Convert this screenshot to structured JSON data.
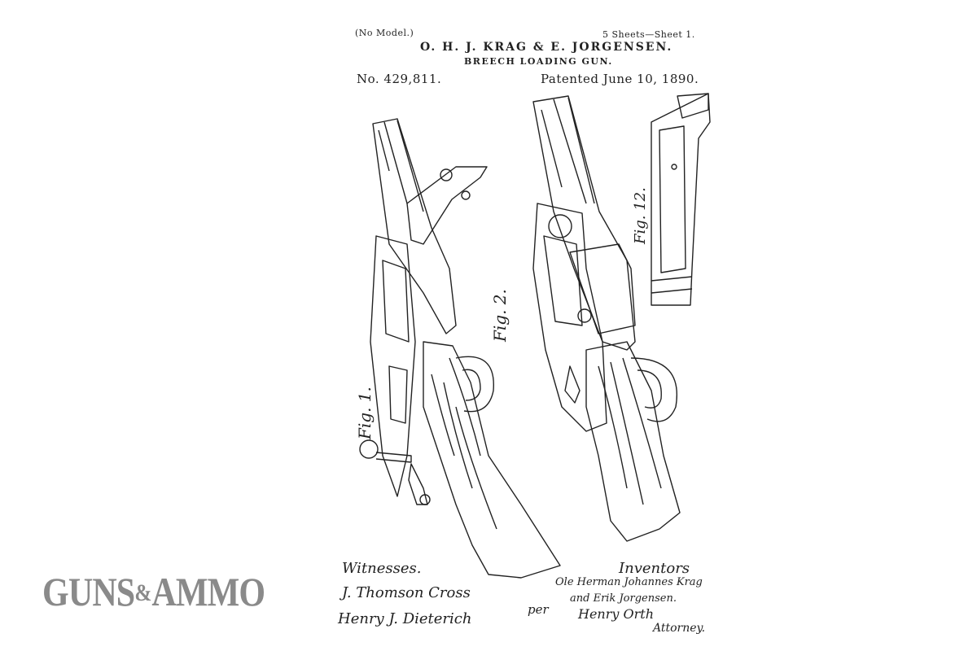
{
  "header": {
    "no_model": "(No Model.)",
    "sheets": "5 Sheets—Sheet 1.",
    "inventors_names": "O. H. J. KRAG & E. JORGENSEN.",
    "title": "BREECH LOADING GUN.",
    "patent_number": "No. 429,811.",
    "patent_date": "Patented June 10, 1890."
  },
  "figure_labels": [
    "Fig. 1.",
    "Fig. 2.",
    "Fig. 12."
  ],
  "signatures": {
    "witnesses_label": "Witnesses.",
    "witness_1": "J. Thomson Cross",
    "witness_2": "Henry J. Dieterich",
    "inventors_label": "Inventors",
    "inventor_1": "Ole Herman Johannes Krag",
    "inventor_2": "and Erik Jorgensen.",
    "per_label": "per",
    "attorney_signature": "Henry Orth",
    "attorney_label": "Attorney."
  },
  "logo": {
    "part1": "GUNS",
    "amp": "&",
    "part2": "AMMO",
    "color": "#8a8a8a"
  }
}
